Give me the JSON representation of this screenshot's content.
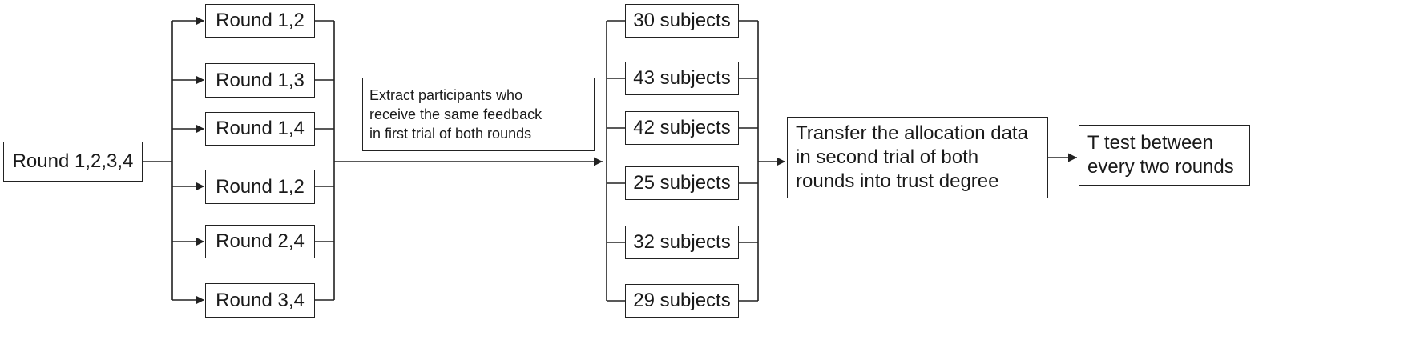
{
  "source": {
    "label": "Round 1,2,3,4"
  },
  "pairs": [
    {
      "label": "Round 1,2"
    },
    {
      "label": "Round 1,3"
    },
    {
      "label": "Round 1,4"
    },
    {
      "label": "Round 1,2"
    },
    {
      "label": "Round 2,4"
    },
    {
      "label": "Round 3,4"
    }
  ],
  "extract": {
    "lines": [
      "Extract participants who",
      "receive the same feedback",
      "in first trial of both rounds"
    ]
  },
  "subjects": [
    {
      "label": "30 subjects"
    },
    {
      "label": "43 subjects"
    },
    {
      "label": "42 subjects"
    },
    {
      "label": "25 subjects"
    },
    {
      "label": "32 subjects"
    },
    {
      "label": "29 subjects"
    }
  ],
  "transfer": {
    "lines": [
      "Transfer the allocation data",
      "in second trial of both",
      "rounds into trust degree"
    ]
  },
  "ttest": {
    "lines": [
      "T test between",
      "every two rounds"
    ]
  }
}
